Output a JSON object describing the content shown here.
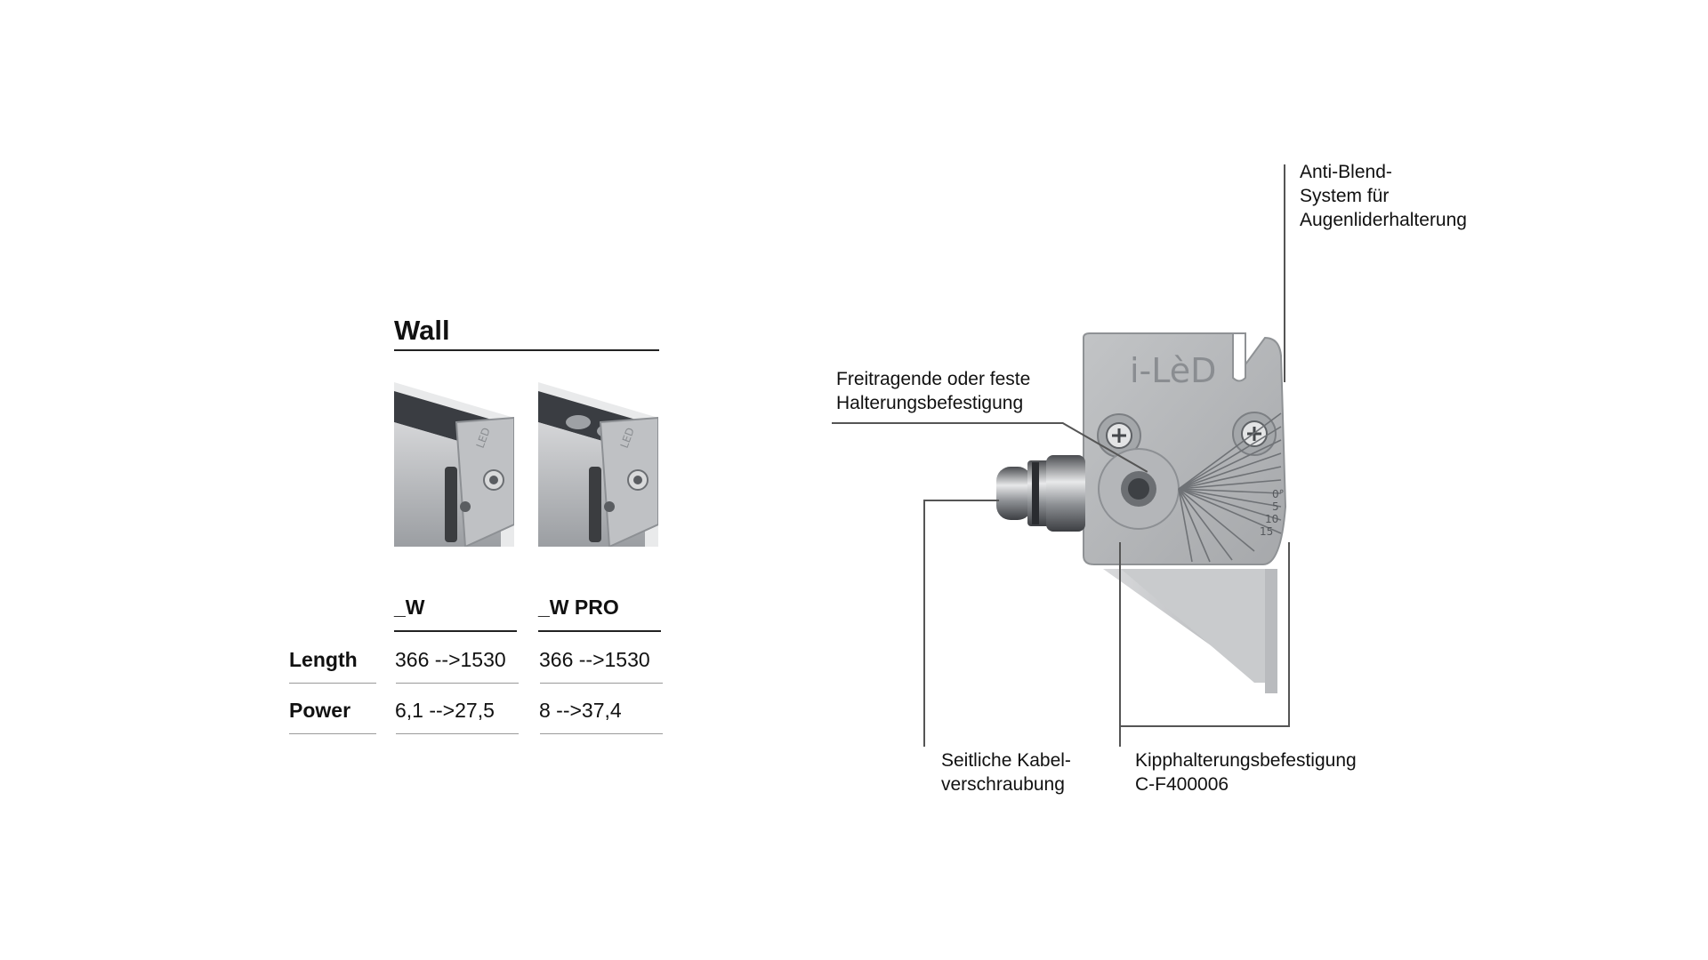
{
  "section": {
    "title": "Wall"
  },
  "variants": [
    {
      "name": "_W",
      "image_icon": "led-bar-w-photo",
      "length": "366 -->1530",
      "power": "6,1 -->27,5"
    },
    {
      "name": "_W PRO",
      "image_icon": "led-bar-w-pro-photo",
      "length": "366 -->1530",
      "power": "8 -->37,4"
    }
  ],
  "rows": {
    "length_label": "Length",
    "power_label": "Power"
  },
  "diagram": {
    "brand_logo_text": "i-LèD",
    "scale_labels": [
      "0°",
      "5",
      "10",
      "15"
    ],
    "callouts": {
      "anti_blend": [
        "Anti-Blend-",
        "System für",
        "Augenliderhalterung"
      ],
      "bracket": [
        "Freitragende oder feste",
        "Halterungsbefestigung"
      ],
      "cable_gland": [
        "Seitliche Kabel-",
        "verschraubung"
      ],
      "tilt_bracket": [
        "Kipphalterungsbefestigung",
        "C-F400006"
      ]
    }
  },
  "colors": {
    "text": "#111111",
    "rule": "#222222",
    "device_grey": "#b5b7b9",
    "leader": "#555555"
  }
}
